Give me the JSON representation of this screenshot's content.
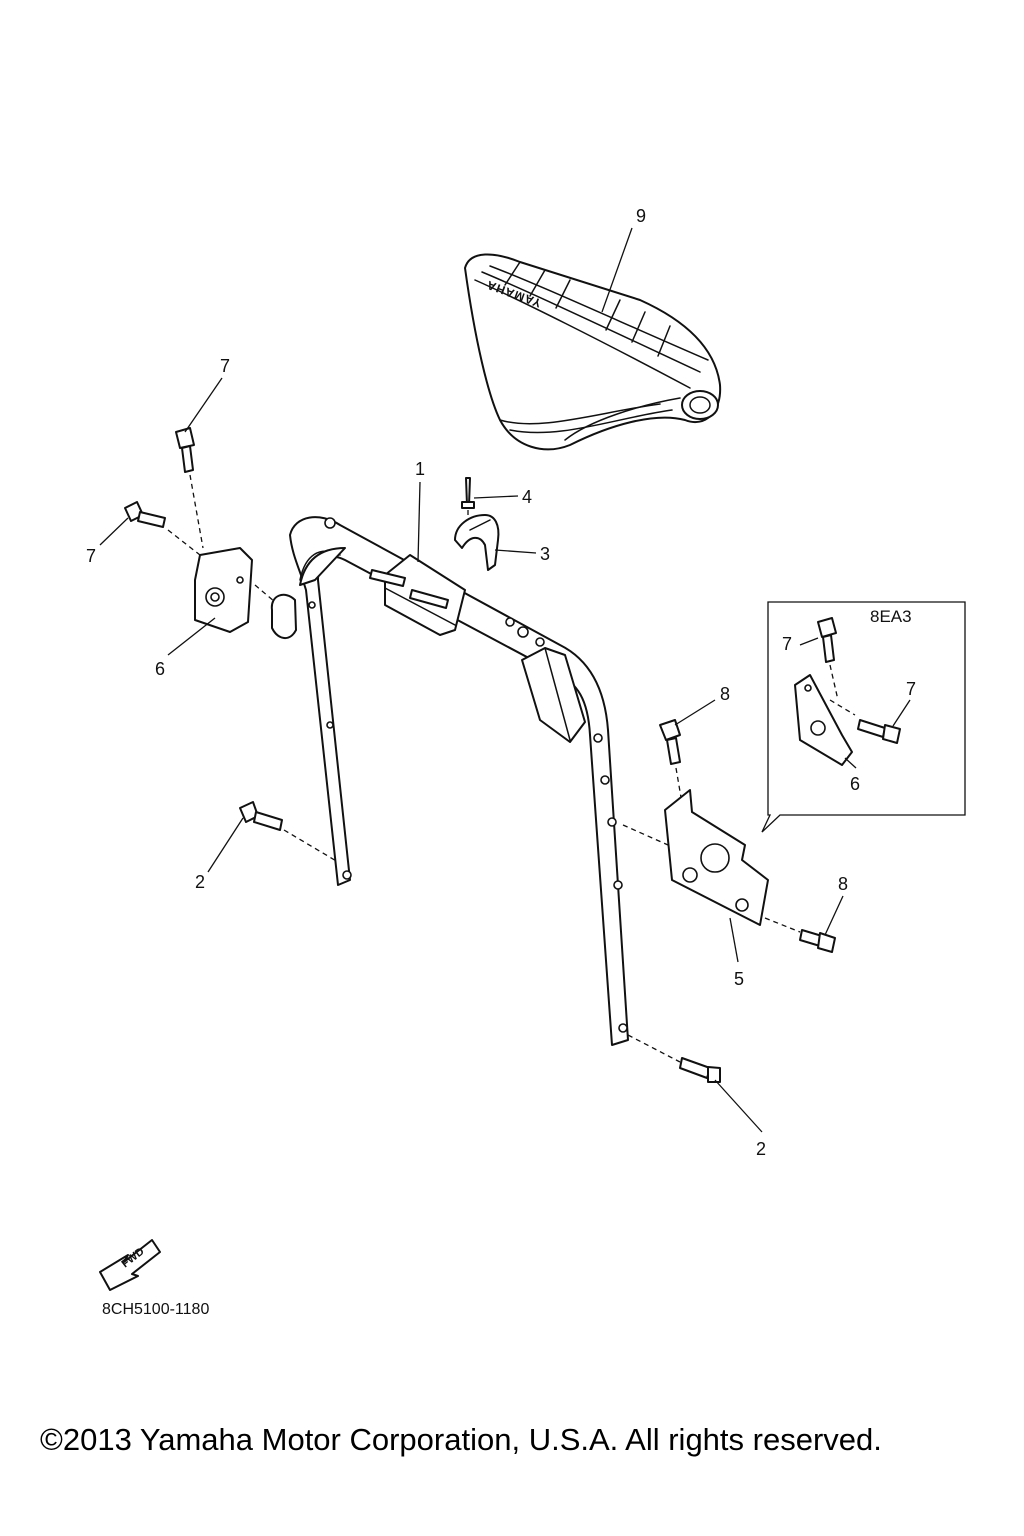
{
  "diagram": {
    "callouts": {
      "c9": "9",
      "c7a": "7",
      "c7b": "7",
      "c1": "1",
      "c4": "4",
      "c3": "3",
      "c6": "6",
      "c8a": "8",
      "c2a": "2",
      "c2b": "2",
      "c8b": "8",
      "c5": "5"
    },
    "inset": {
      "label": "8EA3",
      "c7a": "7",
      "c7b": "7",
      "c6": "6"
    },
    "pad_logo": "YAMAHA",
    "fwd_label": "FWD",
    "diagram_code": "8CH5100-1180",
    "copyright": "©2013 Yamaha Motor Corporation, U.S.A. All rights reserved."
  }
}
